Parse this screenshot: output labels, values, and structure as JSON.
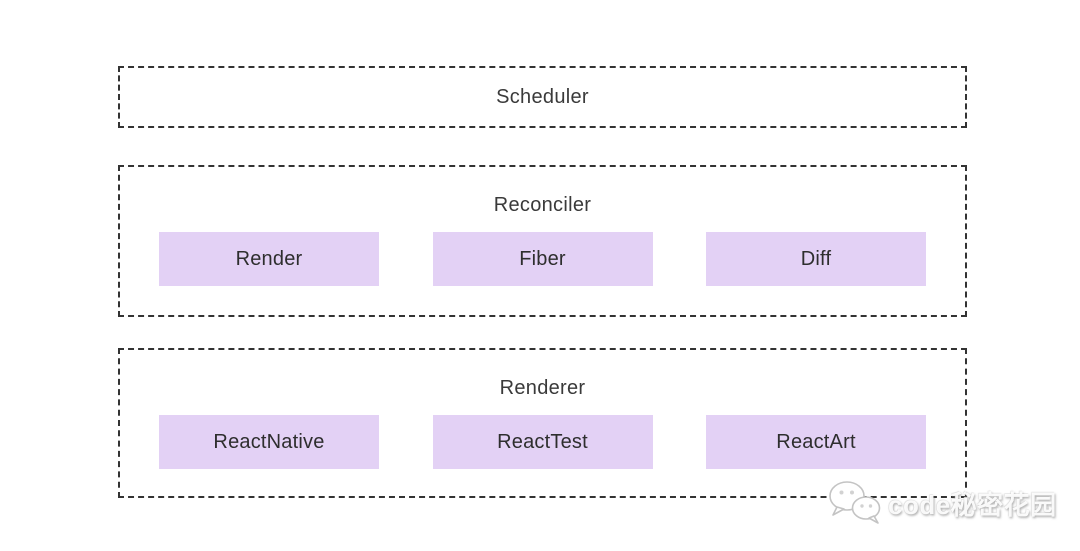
{
  "diagram": {
    "scheduler": {
      "title": "Scheduler"
    },
    "reconciler": {
      "title": "Reconciler",
      "items": [
        "Render",
        "Fiber",
        "Diff"
      ]
    },
    "renderer": {
      "title": "Renderer",
      "items": [
        "ReactNative",
        "ReactTest",
        "ReactArt"
      ]
    }
  },
  "watermark": {
    "text": "code秘密花园",
    "icon": "wechat-icon"
  },
  "colors": {
    "module_fill": "#e3d1f5",
    "dash_border": "#333333",
    "title_text": "#3a3a3a"
  }
}
